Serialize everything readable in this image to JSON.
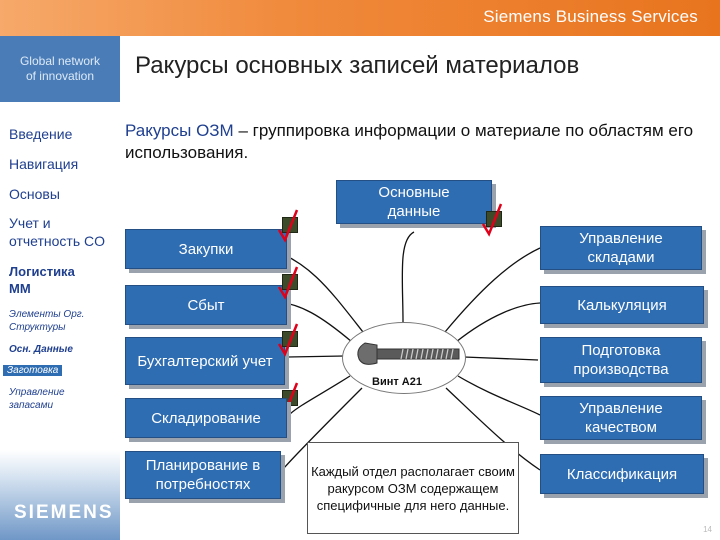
{
  "header": {
    "brand": "Siemens Business Services"
  },
  "sidebar": {
    "slogan_line1": "Global network",
    "slogan_line2": "of innovation",
    "items": [
      {
        "label": "Введение"
      },
      {
        "label": "Навигация"
      },
      {
        "label": "Основы"
      },
      {
        "label": "Учет и"
      },
      {
        "label": "отчетность CO"
      },
      {
        "label": "Логистика"
      },
      {
        "label": "MM"
      },
      {
        "label": "Элементы Орг."
      },
      {
        "label": "Структуры"
      },
      {
        "label": "Осн. Данные"
      },
      {
        "label": "Заготовка"
      },
      {
        "label": "Управление"
      },
      {
        "label": "запасами"
      }
    ],
    "logo": "SIEMENS"
  },
  "page": {
    "title": "Ракурсы основных записей материалов",
    "lead_term": "Ракурсы ОЗМ",
    "lead_rest": " – группировка информации о материале по областям его использования."
  },
  "diagram": {
    "center_box_line1": "Основные",
    "center_box_line2": "данные",
    "center_label": "Винт A21",
    "left": [
      "Закупки",
      "Сбыт",
      "Бухгалтерский учет",
      "Складирование",
      "Планирование в потребностях"
    ],
    "right": [
      "Управление складами",
      "Калькуляция",
      "Подготовка производства",
      "Управление качеством",
      "Классификация"
    ],
    "note": "Каждый отдел располагает своим ракурсом ОЗМ содержащем специфичные для него данные.",
    "colors": {
      "box": "#2f6db3",
      "check": "#e0001a"
    }
  },
  "footer": {
    "page_number": "14"
  }
}
